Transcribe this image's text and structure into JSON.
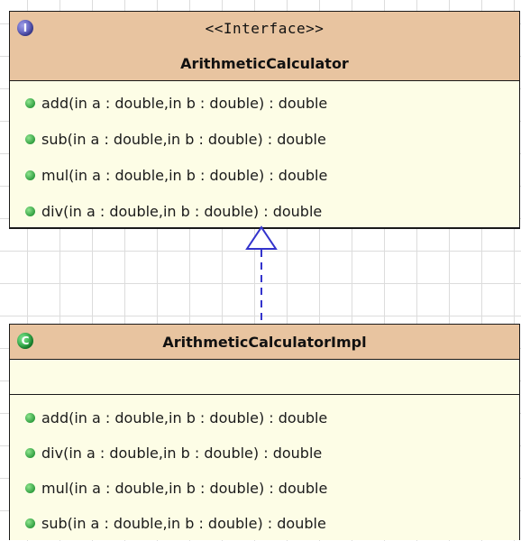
{
  "interface": {
    "badge": "I",
    "stereotype": "<<Interface>>",
    "name": "ArithmeticCalculator",
    "operations": [
      "add(in a : double,in b : double) : double",
      "sub(in a : double,in b : double) : double",
      "mul(in a : double,in b : double) : double",
      "div(in a : double,in b : double) : double"
    ]
  },
  "implementation": {
    "badge": "C",
    "name": "ArithmeticCalculatorImpl",
    "operations": [
      "add(in a : double,in b : double) : double",
      "div(in a : double,in b : double) : double",
      "mul(in a : double,in b : double) : double",
      "sub(in a : double,in b : double) : double"
    ]
  },
  "colors": {
    "header": "#e8c4a0",
    "body": "#fdfde6",
    "arrow": "#3333cc",
    "operation_dot": "#2b9a3b"
  }
}
